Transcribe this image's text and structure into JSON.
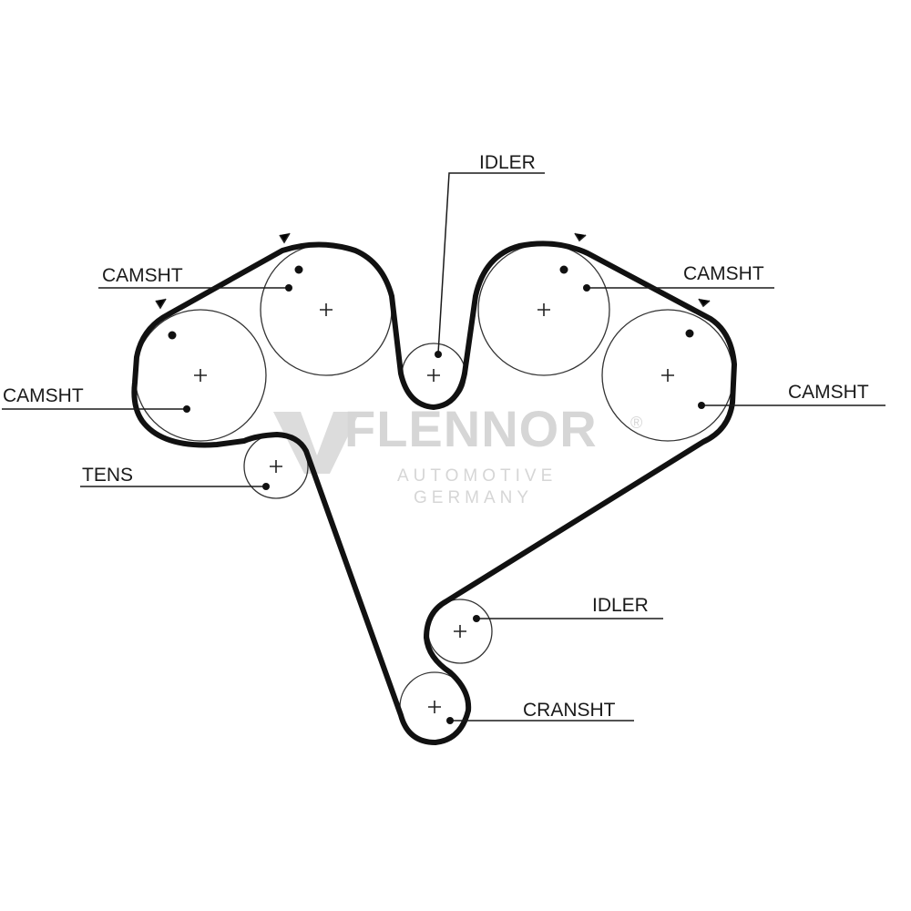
{
  "watermark": {
    "brand": "FLENNOR",
    "registered_symbol": "®",
    "line1": "AUTOMOTIVE",
    "line2": "GERMANY"
  },
  "labels": {
    "idler_top": "IDLER",
    "camshaft_upper_left": "CAMSHT",
    "camshaft_upper_right": "CAMSHT",
    "camshaft_left": "CAMSHT",
    "camshaft_right": "CAMSHT",
    "tensioner": "TENS",
    "idler_lower": "IDLER",
    "crankshaft": "CRANSHT"
  },
  "colors": {
    "belt": "#111111",
    "pulley_outline": "#333333",
    "watermark": "#d6d6d6"
  }
}
